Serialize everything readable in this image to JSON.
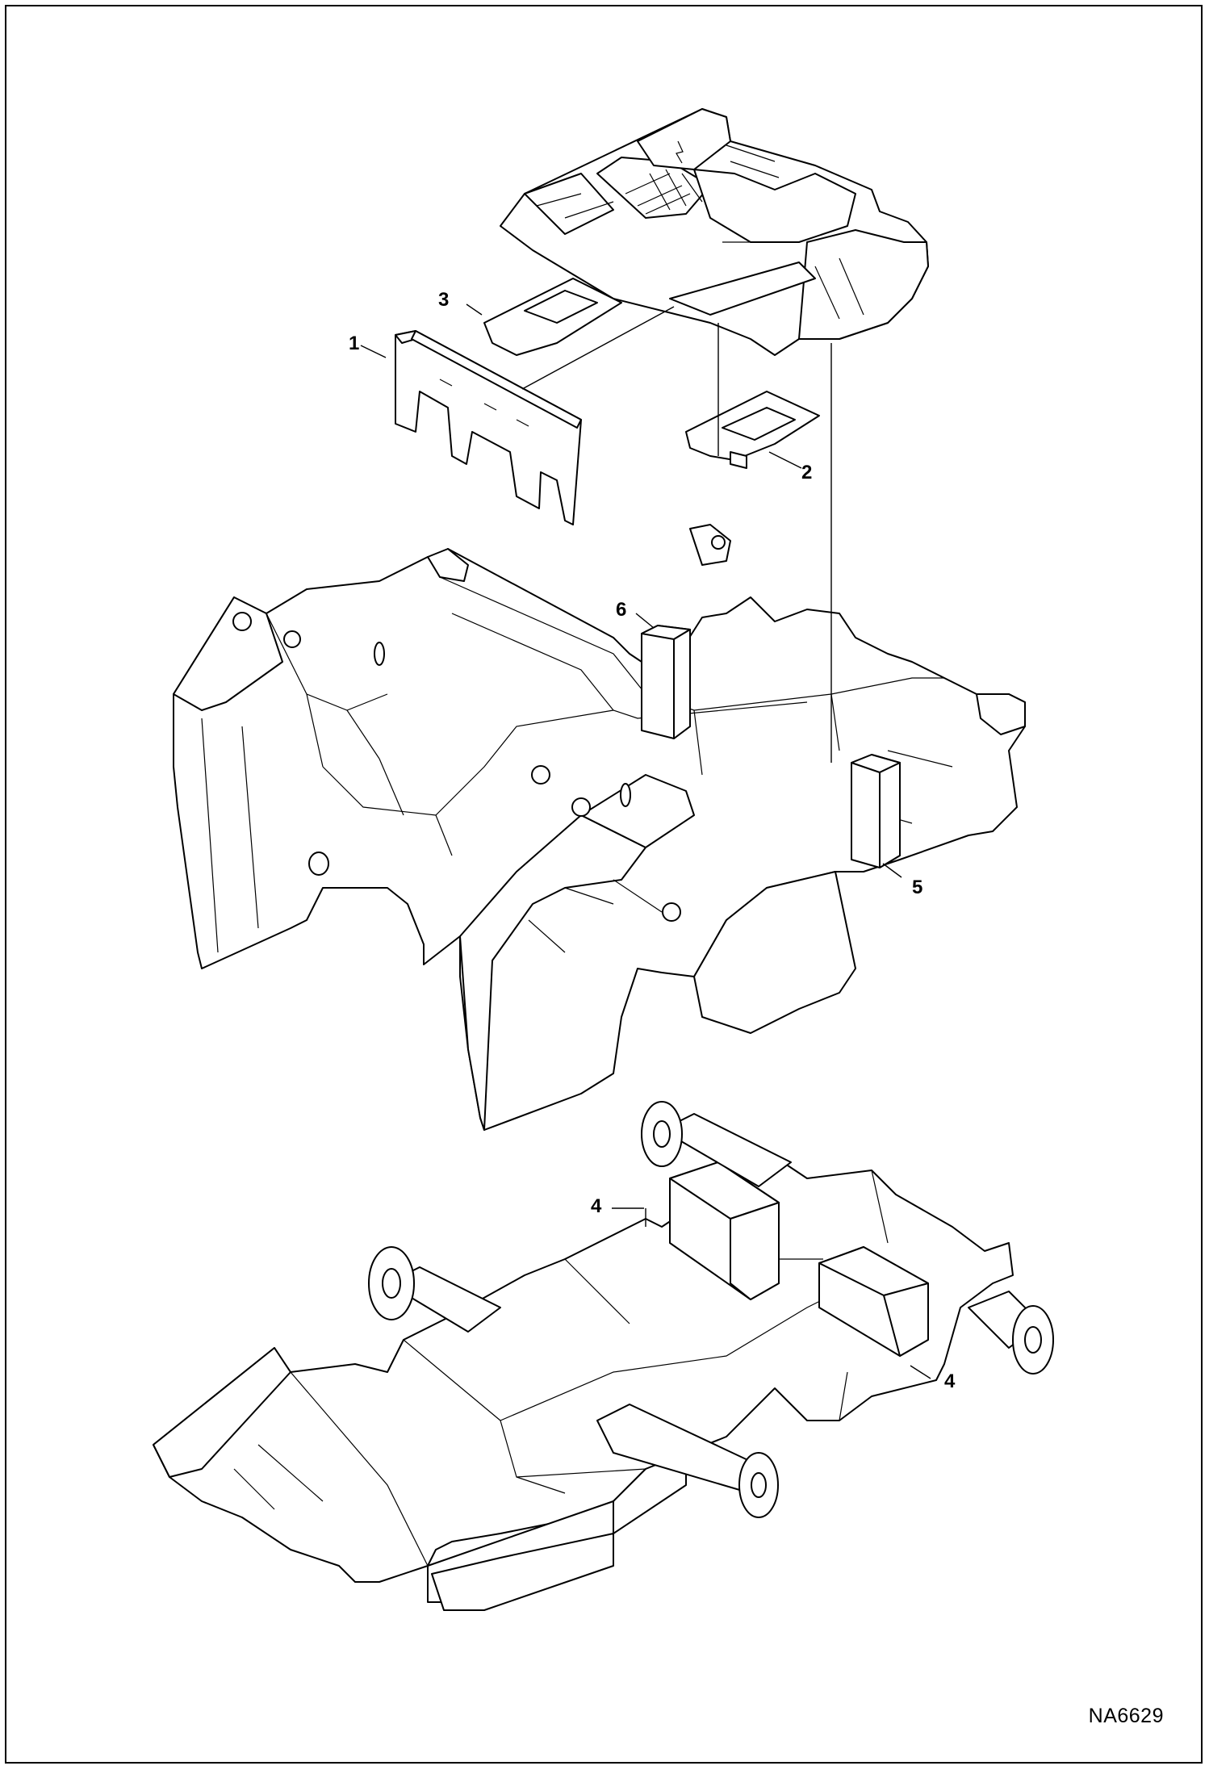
{
  "drawing_id": "NA6629",
  "callouts": [
    {
      "key": "c1",
      "label": "1"
    },
    {
      "key": "c2",
      "label": "2"
    },
    {
      "key": "c3",
      "label": "3"
    },
    {
      "key": "c4a",
      "label": "4"
    },
    {
      "key": "c4b",
      "label": "4"
    },
    {
      "key": "c5",
      "label": "5"
    },
    {
      "key": "c6",
      "label": "6"
    }
  ],
  "icons": {
    "warning_symbol": "lightning-bolt-icon"
  }
}
